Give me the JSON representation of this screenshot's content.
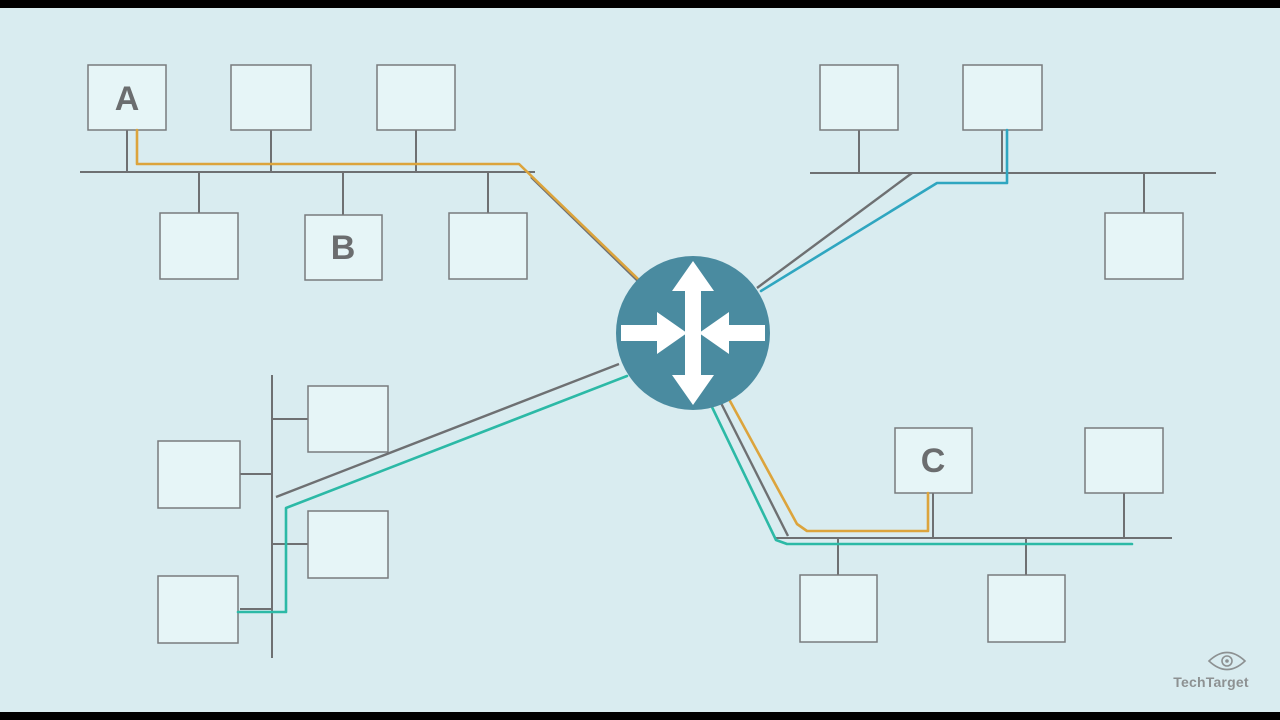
{
  "diagram": {
    "type": "router-network-topology",
    "node_labels": {
      "a": "A",
      "b": "B",
      "c": "C"
    },
    "logo": {
      "brand": "TechTarget"
    },
    "colors": {
      "background": "#d9ecf0",
      "letterbox": "#000000",
      "box_fill": "#e6f5f7",
      "box_stroke": "#797b7d",
      "line": "#6e7072",
      "label_text": "#6b6d6f",
      "route_orange": "#dca43c",
      "route_teal": "#2cb9a6",
      "route_cyan": "#2fa6c0",
      "router_fill": "#4a8ba0",
      "router_arrow": "#ffffff",
      "logo_gray": "#8d9192"
    }
  }
}
